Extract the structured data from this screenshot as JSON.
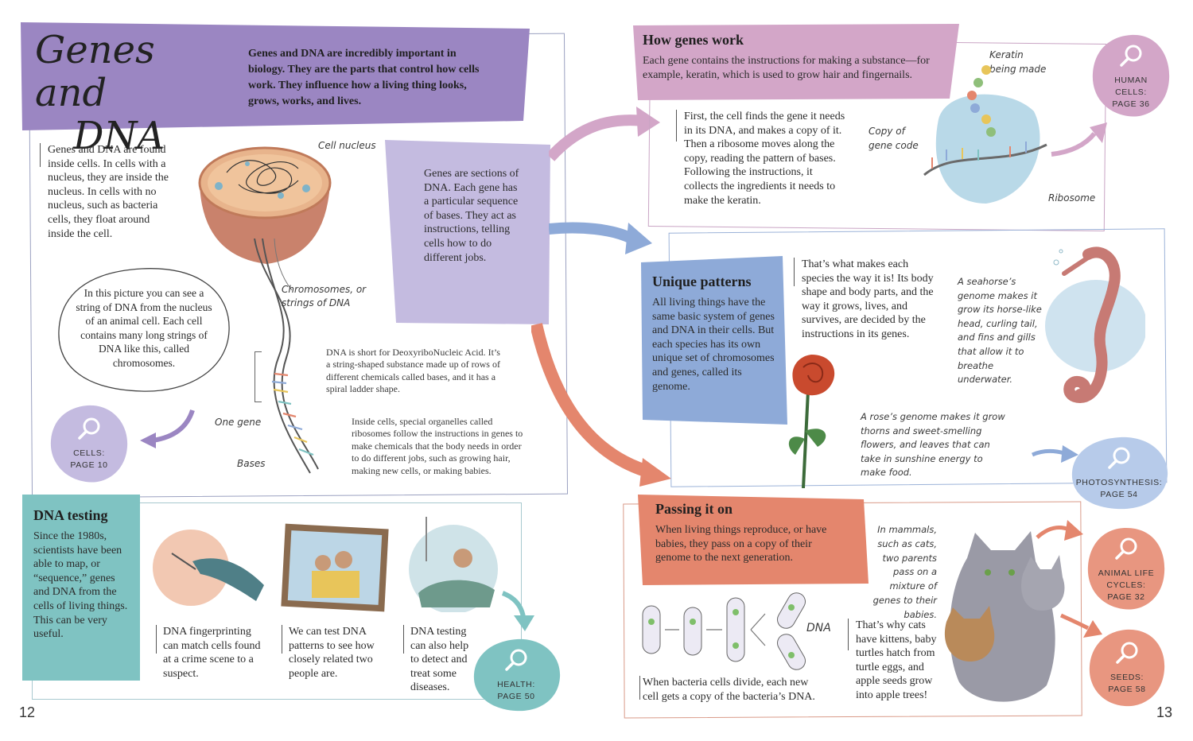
{
  "page_numbers": {
    "left": "12",
    "right": "13"
  },
  "title": {
    "line1": "Genes and",
    "line2": "DNA"
  },
  "intro": "Genes and DNA are incredibly important in biology. They are the parts that control how cells work. They influence how a living thing looks, grows, works, and lives.",
  "nucleus_text": "Genes and DNA are found inside cells. In cells with a nucleus, they are inside the nucleus. In cells with no nucleus, such as bacteria cells, they float around inside the cell.",
  "bubble_text": "In this picture you can see a string of DNA from the nucleus of an animal cell. Each cell contains many long strings of DNA like this, called chromosomes.",
  "genes_sections": "Genes are sections of DNA. Each gene has a particular sequence of bases. They act as instructions, telling cells how to do different jobs.",
  "dna_short": "DNA is short for DeoxyriboNucleic Acid. It’s a string-shaped substance made up of rows of different chemicals called bases, and it has a spiral ladder shape.",
  "ribosome_text": "Inside cells, special organelles called ribosomes follow the instructions in genes to make chemicals that the body needs in order to do different jobs, such as growing hair, making new cells, or making babies.",
  "labels": {
    "cell_nucleus": "Cell nucleus",
    "chromosomes": "Chromosomes, or strings of DNA",
    "one_gene": "One gene",
    "bases": "Bases",
    "keratin": "Keratin being made",
    "copy_code": "Copy of gene code",
    "ribosome": "Ribosome",
    "seahorse": "A seahorse’s genome makes it grow its horse-like head, curling tail, and fins and gills that allow it to breathe underwater.",
    "rose": "A rose’s genome makes it grow thorns and sweet-smelling flowers, and leaves that can take in sunshine energy to make food.",
    "mammals": "In mammals, such as cats, two parents pass on a mixture of genes to their babies.",
    "dna": "DNA"
  },
  "how_genes_work": {
    "heading": "How genes work",
    "text": "Each gene contains the instructions for making a substance—for example, keratin, which is used to grow hair and fingernails.",
    "steps": "First, the cell finds the gene it needs in its DNA, and makes a copy of it. Then a ribosome moves along the copy, reading the pattern of bases. Following the instructions, it collects the ingredients it needs to make the keratin."
  },
  "unique_patterns": {
    "heading": "Unique patterns",
    "text": "All living things have the same basic system of genes and DNA in their cells. But each species has its own unique set of chromosomes and genes, called its genome.",
    "side": "That’s what makes each species the way it is! Its body shape and body parts, and the way it grows, lives, and survives, are decided by the instructions in its genes."
  },
  "passing_it_on": {
    "heading": "Passing it on",
    "text": "When living things reproduce, or have babies, they pass on a copy of their genome to the next generation.",
    "bacteria": "When bacteria cells divide, each new cell gets a copy of the bacteria’s DNA.",
    "cats": "That’s why cats have kittens, baby turtles hatch from turtle eggs, and apple seeds grow into apple trees!"
  },
  "dna_testing": {
    "heading": "DNA testing",
    "text": "Since the 1980s, scientists have been able to map, or “sequence,” genes and DNA from the cells of living things. This can be very useful.",
    "c1": "DNA fingerprinting can match cells found at a crime scene to a suspect.",
    "c2": "We can test DNA patterns to see how closely related two people are.",
    "c3": "DNA testing can also help to detect and treat some diseases."
  },
  "refs": {
    "cells": {
      "l1": "CELLS:",
      "l2": "PAGE 10"
    },
    "health": {
      "l1": "HEALTH:",
      "l2": "PAGE 50"
    },
    "human": {
      "l1": "HUMAN",
      "l2": "CELLS:",
      "l3": "PAGE 36"
    },
    "photo": {
      "l1": "PHOTOSYNTHESIS:",
      "l2": "PAGE 54"
    },
    "animal": {
      "l1": "ANIMAL LIFE",
      "l2": "CYCLES:",
      "l3": "PAGE 32"
    },
    "seeds": {
      "l1": "SEEDS:",
      "l2": "PAGE 58"
    }
  },
  "colors": {
    "purple": "#9b86c2",
    "lavender": "#c4bbe0",
    "pink": "#d3a6c8",
    "blue": "#8eaad8",
    "salmon": "#e4866d",
    "teal": "#7fc3c2",
    "frame": "#9aa0c0"
  }
}
